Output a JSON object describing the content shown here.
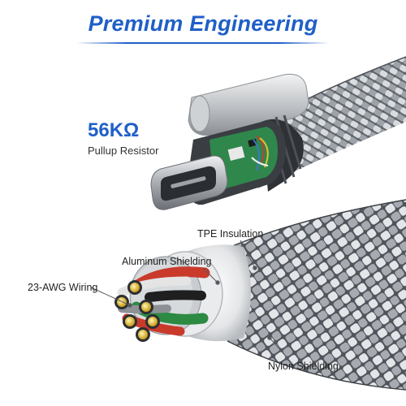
{
  "heading": "Premium Engineering",
  "resistor": {
    "value": "56KΩ",
    "label": "Pullup Resistor"
  },
  "callouts": {
    "tpe": "TPE Insulation",
    "aluminum": "Aluminum Shielding",
    "wiring": "23-AWG Wiring",
    "nylon": "Nylon Shielding"
  },
  "colors": {
    "accent": "#1f5fc8",
    "braid": "#8a8f96",
    "metal": "#b9bcc0",
    "pcb": "#2f8f4e"
  }
}
